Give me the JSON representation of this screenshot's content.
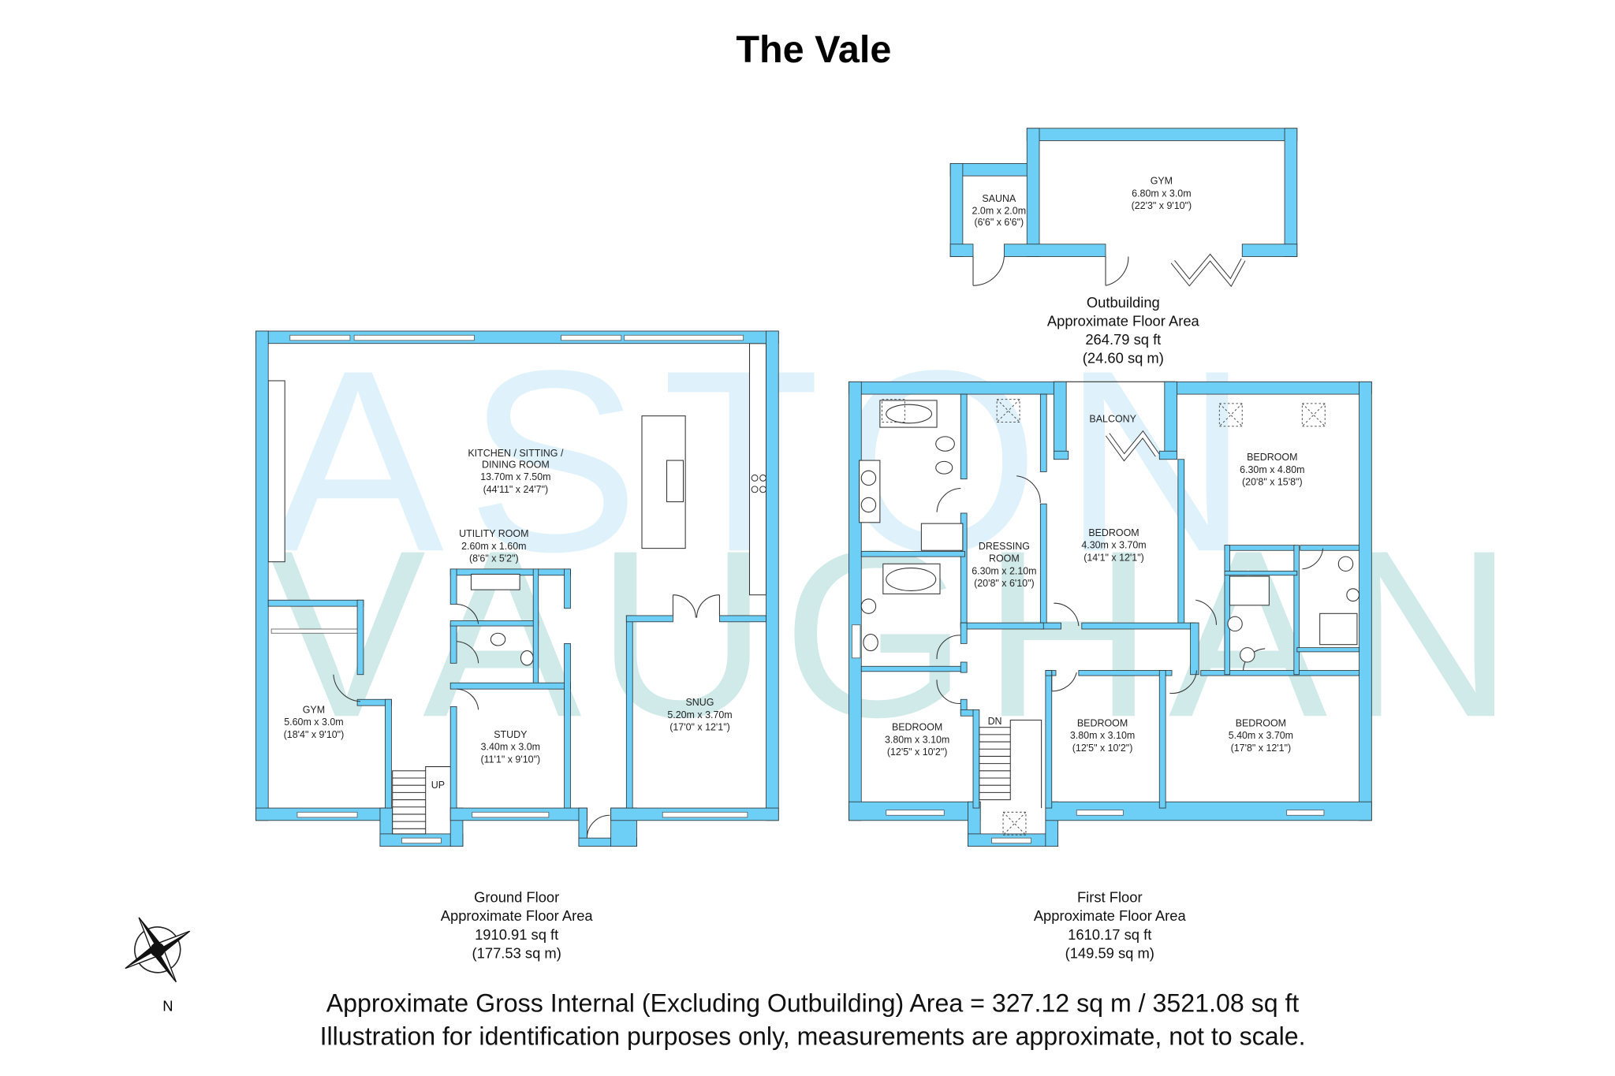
{
  "title": "The Vale",
  "watermark": {
    "line1": "ASTON",
    "line2": "VAUGHAN"
  },
  "colors": {
    "wall": "#6dcff6",
    "watermark_top": "#dff2fb",
    "watermark_bottom": "#cfeae8"
  },
  "outbuilding": {
    "rooms": [
      {
        "name": "SAUNA",
        "metric": "2.0m x 2.0m",
        "imperial": "(6'6\" x 6'6\")"
      },
      {
        "name": "GYM",
        "metric": "6.80m x 3.0m",
        "imperial": "(22'3\" x 9'10\")"
      }
    ],
    "caption": {
      "name": "Outbuilding",
      "label": "Approximate Floor Area",
      "sqft": "264.79 sq ft",
      "sqm": "(24.60 sq m)"
    }
  },
  "ground_floor": {
    "rooms": [
      {
        "name": "KITCHEN / SITTING /",
        "name2": "DINING ROOM",
        "metric": "13.70m x 7.50m",
        "imperial": "(44'11\" x 24'7\")"
      },
      {
        "name": "UTILITY ROOM",
        "metric": "2.60m x 1.60m",
        "imperial": "(8'6\" x 5'2\")"
      },
      {
        "name": "GYM",
        "metric": "5.60m x 3.0m",
        "imperial": "(18'4\" x 9'10\")"
      },
      {
        "name": "STUDY",
        "metric": "3.40m x 3.0m",
        "imperial": "(11'1\" x 9'10\")"
      },
      {
        "name": "SNUG",
        "metric": "5.20m x 3.70m",
        "imperial": "(17'0\" x 12'1\")"
      }
    ],
    "stairs_label": "UP",
    "caption": {
      "name": "Ground Floor",
      "label": "Approximate Floor Area",
      "sqft": "1910.91 sq ft",
      "sqm": "(177.53 sq m)"
    }
  },
  "first_floor": {
    "rooms": [
      {
        "name": "DRESSING",
        "name2": "ROOM",
        "metric": "6.30m x 2.10m",
        "imperial": "(20'8\" x 6'10\")"
      },
      {
        "name": "BEDROOM",
        "metric": "4.30m x 3.70m",
        "imperial": "(14'1\" x 12'1\")"
      },
      {
        "name": "BEDROOM",
        "metric": "6.30m x 4.80m",
        "imperial": "(20'8\" x 15'8\")"
      },
      {
        "name": "BEDROOM",
        "metric": "3.80m x 3.10m",
        "imperial": "(12'5\" x 10'2\")"
      },
      {
        "name": "BEDROOM",
        "metric": "3.80m x 3.10m",
        "imperial": "(12'5\" x 10'2\")"
      },
      {
        "name": "BEDROOM",
        "metric": "5.40m x 3.70m",
        "imperial": "(17'8\" x 12'1\")"
      }
    ],
    "balcony_label": "BALCONY",
    "stairs_label": "DN",
    "caption": {
      "name": "First Floor",
      "label": "Approximate Floor Area",
      "sqft": "1610.17 sq ft",
      "sqm": "(149.59 sq m)"
    }
  },
  "compass": {
    "label": "N"
  },
  "footer": {
    "line1": "Approximate Gross Internal (Excluding Outbuilding) Area = 327.12 sq m / 3521.08 sq ft",
    "line2": "Illustration for identification purposes only, measurements are approximate, not to scale."
  }
}
